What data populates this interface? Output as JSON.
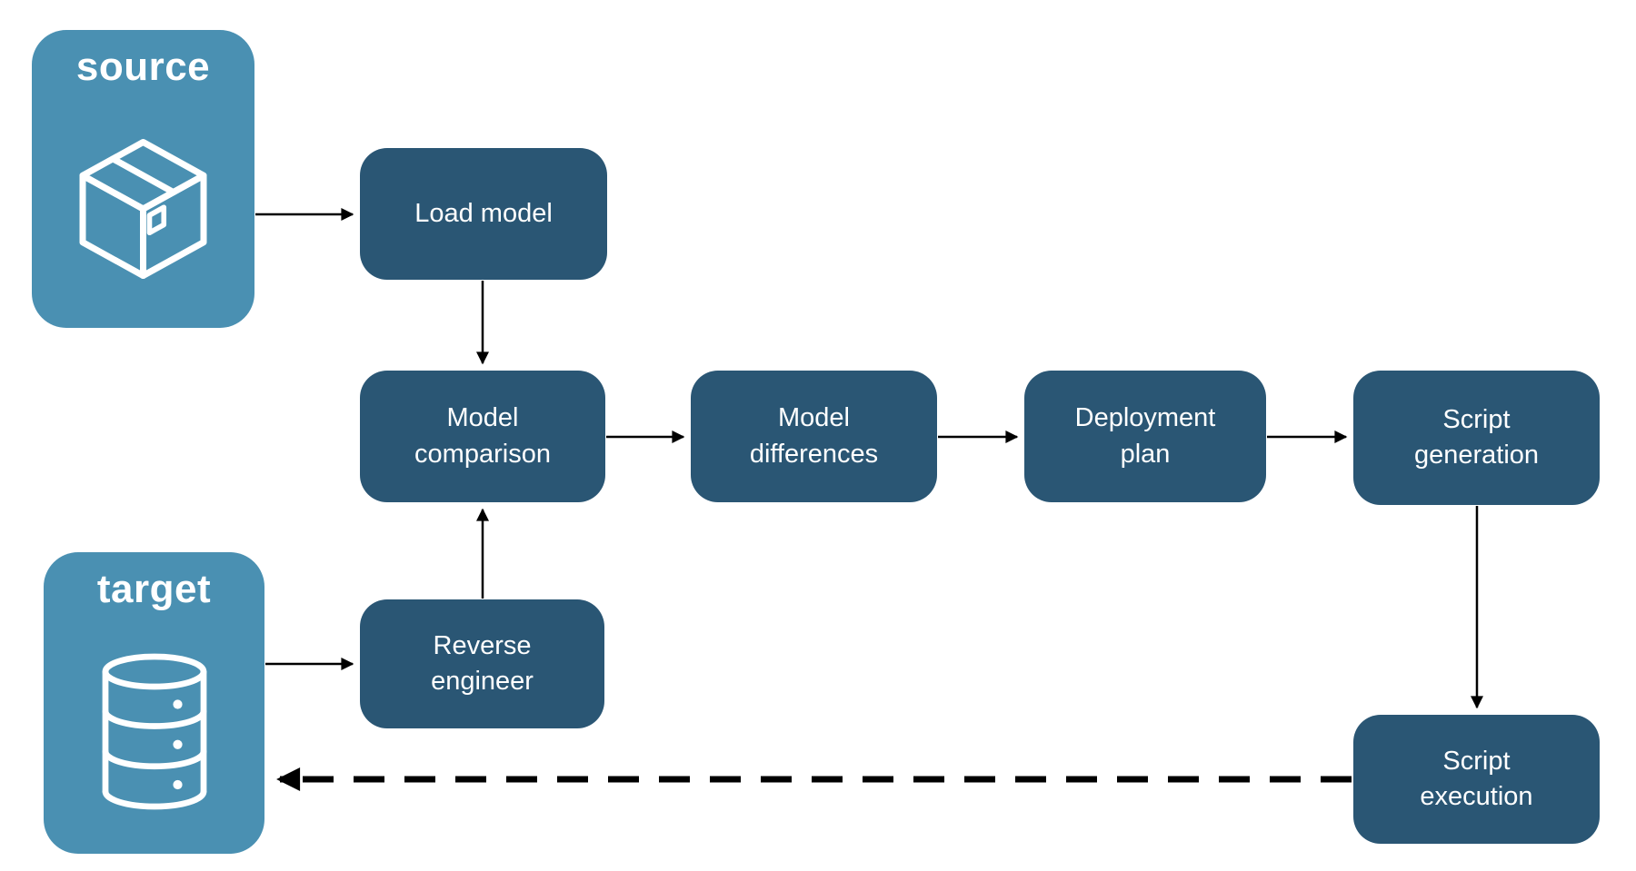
{
  "diagram": {
    "containers": [
      {
        "id": "source",
        "label": "source",
        "icon": "package-icon"
      },
      {
        "id": "target",
        "label": "target",
        "icon": "database-icon"
      }
    ],
    "nodes": [
      {
        "id": "load-model",
        "label": "Load model"
      },
      {
        "id": "model-comparison",
        "label": "Model\ncomparison"
      },
      {
        "id": "model-differences",
        "label": "Model\ndifferences"
      },
      {
        "id": "deployment-plan",
        "label": "Deployment\nplan"
      },
      {
        "id": "script-generation",
        "label": "Script\ngeneration"
      },
      {
        "id": "reverse-engineer",
        "label": "Reverse\nengineer"
      },
      {
        "id": "script-execution",
        "label": "Script\nexecution"
      }
    ],
    "edges": [
      {
        "from": "source",
        "to": "load-model",
        "style": "solid"
      },
      {
        "from": "load-model",
        "to": "model-comparison",
        "style": "solid"
      },
      {
        "from": "model-comparison",
        "to": "model-differences",
        "style": "solid"
      },
      {
        "from": "model-differences",
        "to": "deployment-plan",
        "style": "solid"
      },
      {
        "from": "deployment-plan",
        "to": "script-generation",
        "style": "solid"
      },
      {
        "from": "script-generation",
        "to": "script-execution",
        "style": "solid"
      },
      {
        "from": "target",
        "to": "reverse-engineer",
        "style": "solid"
      },
      {
        "from": "reverse-engineer",
        "to": "model-comparison",
        "style": "solid"
      },
      {
        "from": "script-execution",
        "to": "target",
        "style": "dashed"
      }
    ],
    "colors": {
      "container_fill": "#4a90b2",
      "node_fill": "#2a5674",
      "text": "#ffffff",
      "arrow": "#000000",
      "background": "#ffffff"
    }
  }
}
